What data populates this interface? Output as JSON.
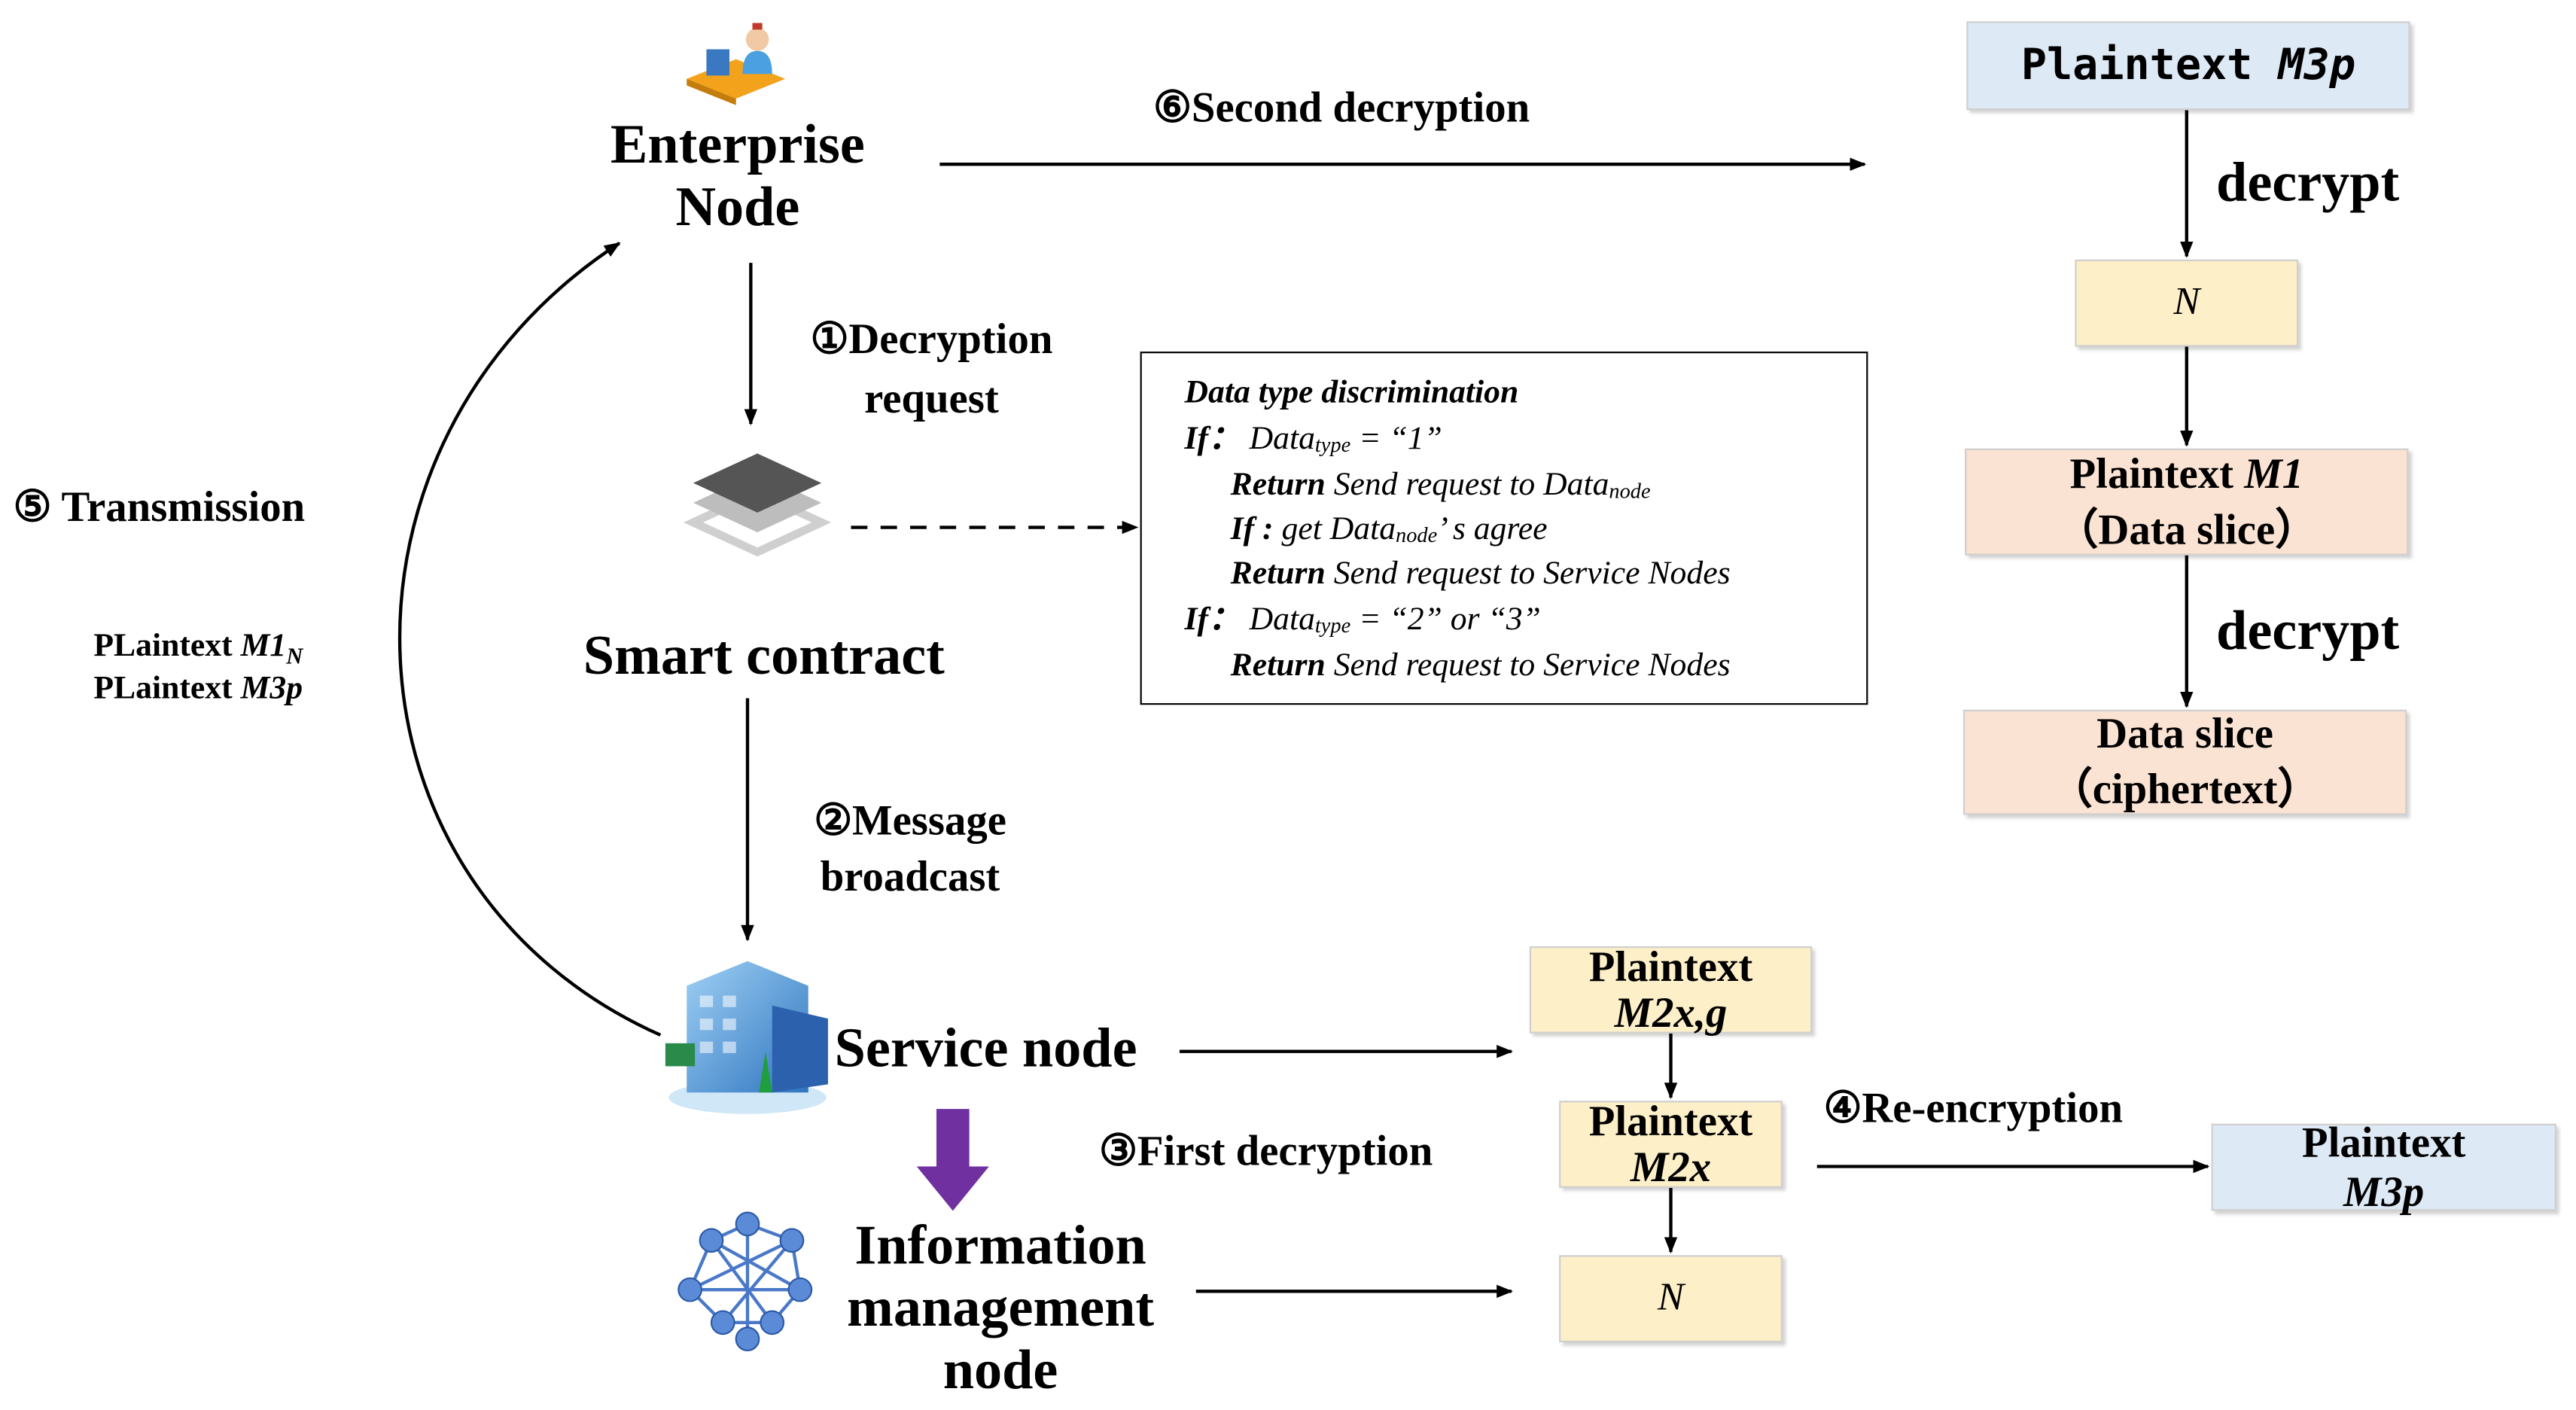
{
  "nodes": {
    "enterprise": "Enterprise Node",
    "smart_contract": "Smart contract",
    "service": "Service node",
    "information_management": [
      "Information",
      "management",
      "node"
    ]
  },
  "steps": {
    "s1": [
      "①Decryption",
      "request"
    ],
    "s2": [
      "②Message",
      "broadcast"
    ],
    "s3": "③First decryption",
    "s4": "④Re-encryption",
    "s5": "⑤ Transmission",
    "s6": "⑥Second decryption"
  },
  "transmission_labels": {
    "line1_prefix": "PLaintext ",
    "line1_var": "M1",
    "line1_sub": "N",
    "line2_prefix": "PLaintext ",
    "line2_var": "M3p"
  },
  "logic_box": {
    "title": "Data type discrimination",
    "if_kw": "If：",
    "data_word": "Data",
    "type_sub": "type",
    "node_sub": "node",
    "cond1_value": " =  “1”",
    "return_kw": "Return",
    "send_to_data": " Send request  to Data",
    "if2_kw": "If : ",
    "get_data": "get  Data",
    "agree": "’ s agree",
    "send_to_service": " Send request  to Service Nodes",
    "cond2_value": " =  “2” or  “3”"
  },
  "right_chain": {
    "plaintext_m3p": {
      "label": "Plaintext ",
      "var": "M3p"
    },
    "decrypt": "decrypt",
    "n": "N",
    "plaintext_m1": {
      "label": "Plaintext ",
      "var": "M1",
      "sub": "（Data slice）"
    },
    "data_slice": [
      "Data slice",
      "（ciphertext）"
    ]
  },
  "lower_chain": {
    "plaintext_m2xg": {
      "label": "Plaintext",
      "var": "M2x,g"
    },
    "plaintext_m2x": {
      "label": "Plaintext",
      "var": "M2x"
    },
    "n": "N",
    "plaintext_m3p": {
      "label": "Plaintext",
      "var": "M3p"
    }
  },
  "colors": {
    "blue_box": "#dde9f5",
    "yellow_box": "#fdefc8",
    "peach_box": "#fbe3d3",
    "purple_arrow": "#7030a0",
    "icon_blue": "#4a78c8"
  }
}
